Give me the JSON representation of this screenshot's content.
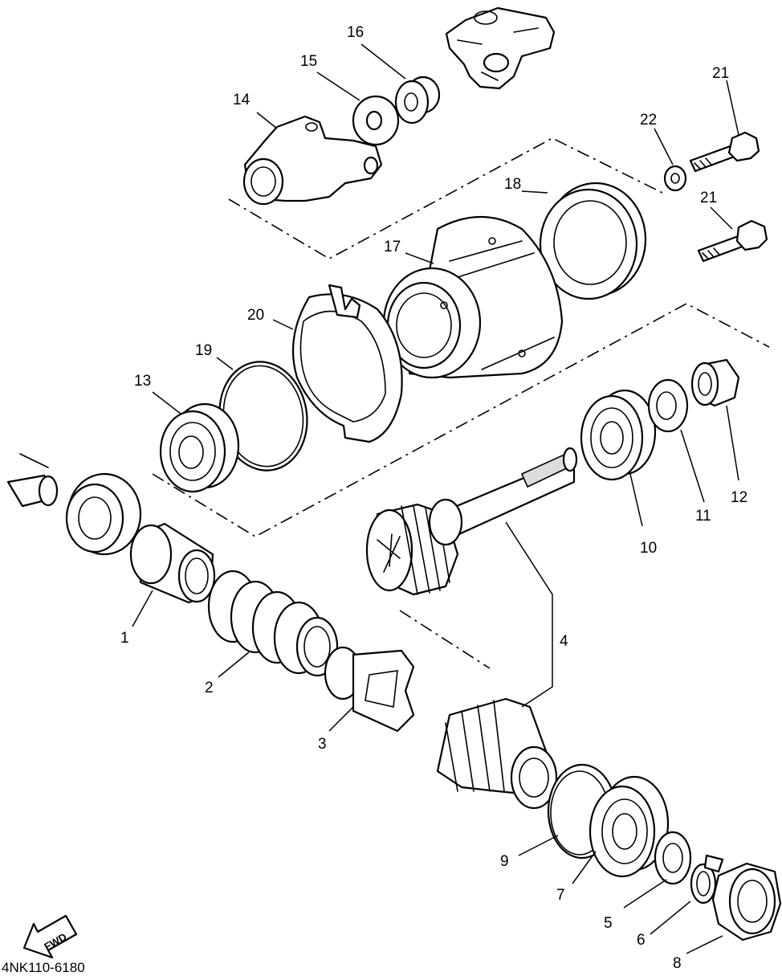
{
  "diagram_code": "4NK110-6180",
  "fwd_label": "FWD",
  "callouts": {
    "c1": "1",
    "c2": "2",
    "c3": "3",
    "c4": "4",
    "c5": "5",
    "c6": "6",
    "c7": "7",
    "c8": "8",
    "c9": "9",
    "c10": "10",
    "c11": "11",
    "c12": "12",
    "c13": "13",
    "c14": "14",
    "c15": "15",
    "c16": "16",
    "c17": "17",
    "c18": "18",
    "c19": "19",
    "c20": "20",
    "c21a": "21",
    "c21b": "21",
    "c22": "22"
  }
}
